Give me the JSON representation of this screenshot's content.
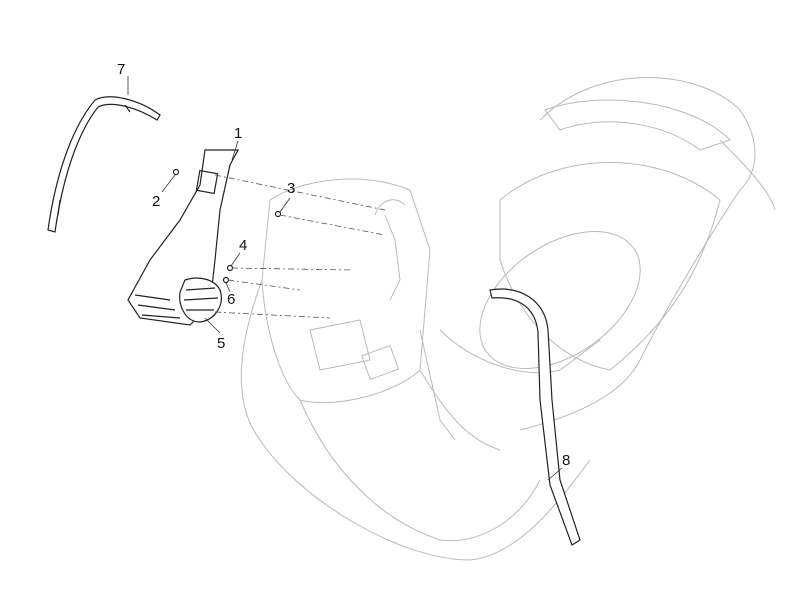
{
  "diagram": {
    "type": "exploded-parts-view",
    "labels": [
      {
        "id": "7",
        "text": "7"
      },
      {
        "id": "1",
        "text": "1"
      },
      {
        "id": "2",
        "text": "2"
      },
      {
        "id": "3",
        "text": "3"
      },
      {
        "id": "4",
        "text": "4"
      },
      {
        "id": "6",
        "text": "6"
      },
      {
        "id": "5",
        "text": "5"
      },
      {
        "id": "8",
        "text": "8"
      }
    ]
  }
}
